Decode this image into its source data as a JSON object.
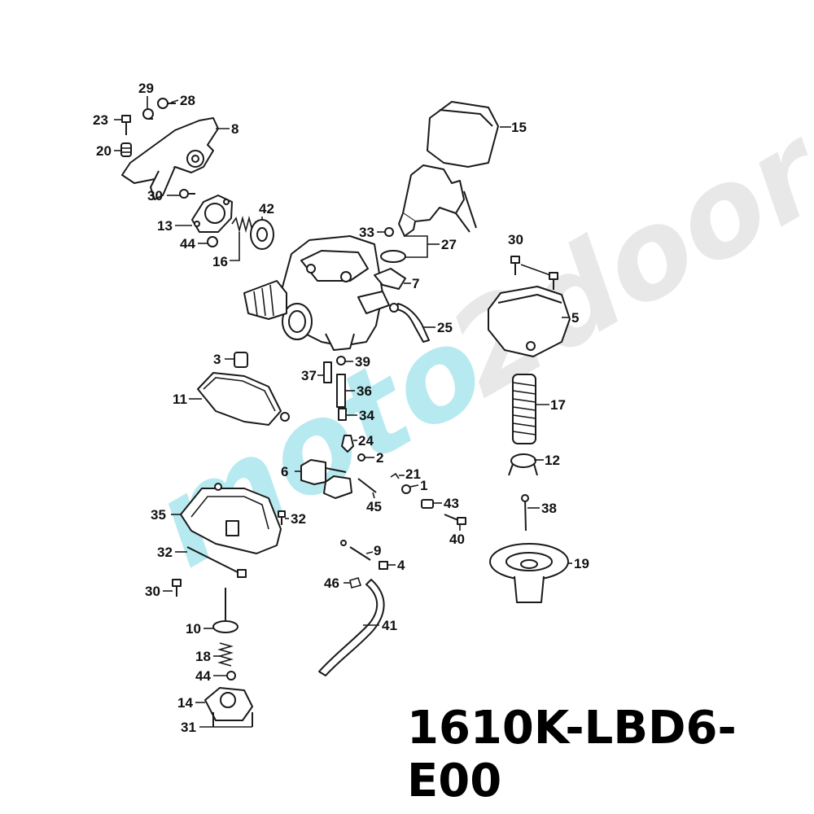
{
  "part_number": "1610K-LBD6-E00",
  "watermark": {
    "text_a": "moto",
    "text_b": "2door",
    "color_a": "#9fe3ec",
    "color_b": "#e3e3e3"
  },
  "callouts": {
    "c1": "1",
    "c2": "2",
    "c3": "3",
    "c4": "4",
    "c5": "5",
    "c6": "6",
    "c7": "7",
    "c8": "8",
    "c9": "9",
    "c10": "10",
    "c11": "11",
    "c12": "12",
    "c13": "13",
    "c14": "14",
    "c15": "15",
    "c16": "16",
    "c17": "17",
    "c18": "18",
    "c19": "19",
    "c20": "20",
    "c21": "21",
    "c23": "23",
    "c24": "24",
    "c25": "25",
    "c27": "27",
    "c28": "28",
    "c29": "29",
    "c30a": "30",
    "c30b": "30",
    "c30c": "30",
    "c31": "31",
    "c32a": "32",
    "c32b": "32",
    "c33": "33",
    "c34": "34",
    "c35": "35",
    "c36": "36",
    "c37": "37",
    "c38": "38",
    "c39": "39",
    "c40": "40",
    "c41": "41",
    "c42": "42",
    "c43": "43",
    "c44a": "44",
    "c44b": "44",
    "c45": "45",
    "c46": "46"
  }
}
